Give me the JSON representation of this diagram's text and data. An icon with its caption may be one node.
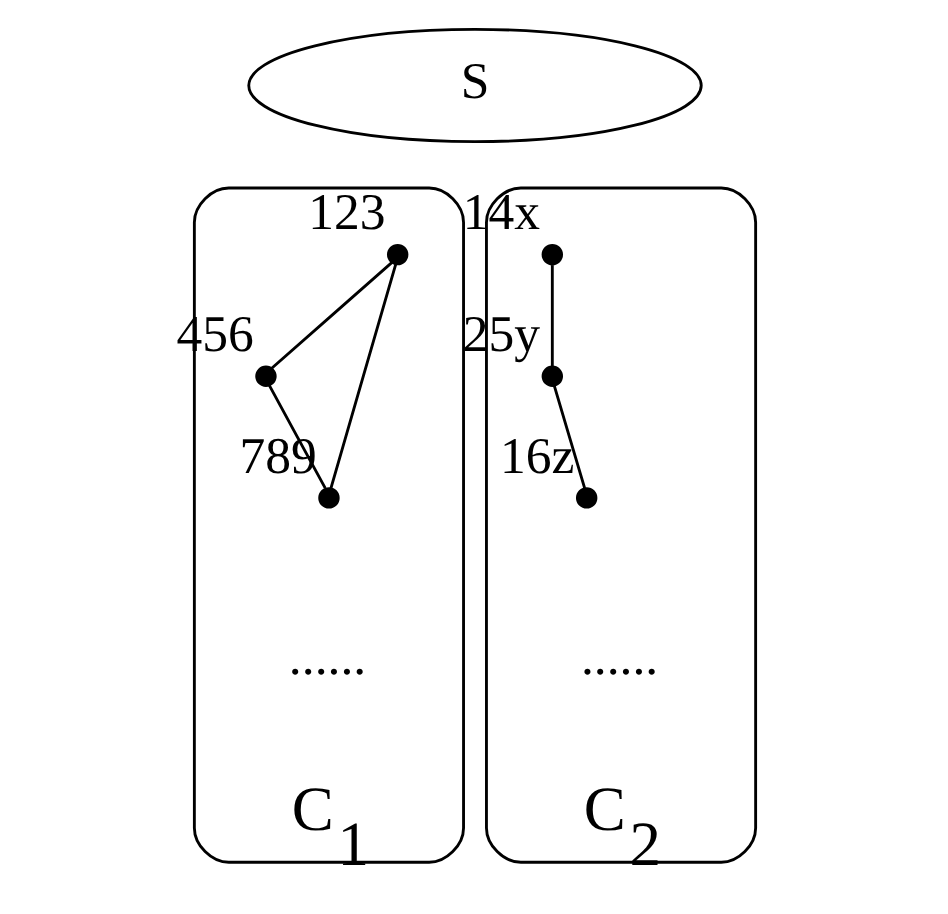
{
  "diagram": {
    "nodes": [
      {
        "text": [
          "S"
        ]
      },
      {
        "text": [
          "C$_{1}$"
        ]
      },
      {
        "text": [
          "123"
        ],
        "in": 1
      },
      {
        "text": [
          "456"
        ],
        "in": 1
      },
      {
        "text": [
          "789"
        ],
        "in": 1
      },
      {
        "text": [
          "C$_{2}$"
        ]
      },
      {
        "text": [
          "14x"
        ],
        "in": 5
      },
      {
        "text": [
          "25y"
        ],
        "in": 5
      },
      {
        "text": [
          "16z"
        ],
        "in": 5
      }
    ],
    "edges": [
      {
        "from": 2,
        "to": 3,
        "arrow": "none"
      },
      {
        "from": 3,
        "to": 4,
        "arrow": "none"
      },
      {
        "from": 4,
        "to": 2,
        "arrow": "none"
      },
      {
        "from": 6,
        "to": 7,
        "arrow": "none"
      },
      {
        "from": 7,
        "to": 8,
        "arrow": "none"
      }
    ],
    "labels": [
      "......",
      "......"
    ]
  }
}
